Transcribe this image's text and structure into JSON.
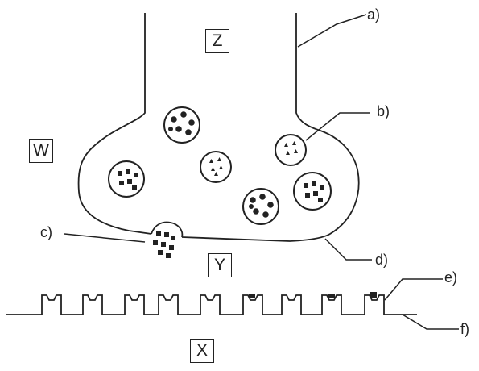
{
  "region_labels": {
    "Z": "Z",
    "W": "W",
    "Y": "Y",
    "X": "X"
  },
  "pointer_labels": {
    "a": "a)",
    "b": "b)",
    "c": "c)",
    "d": "d)",
    "e": "e)",
    "f": "f)"
  },
  "colors": {
    "ink": "#222222",
    "background": "#ffffff"
  }
}
